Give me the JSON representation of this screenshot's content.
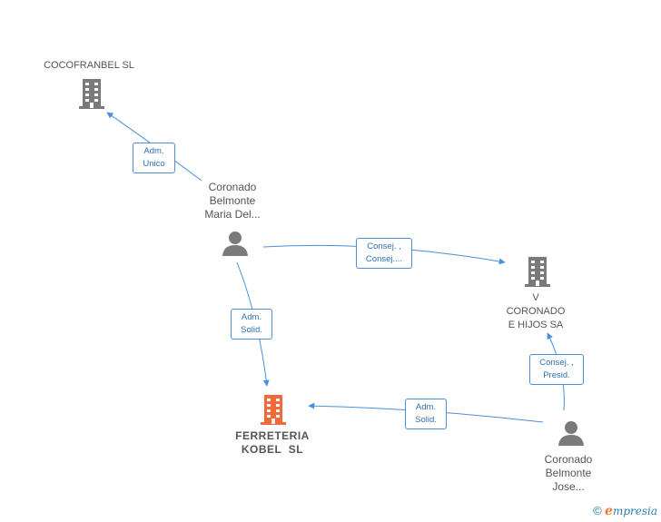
{
  "nodes": {
    "cocofranbel": {
      "lines": [
        "COCOFRANBEL SL"
      ],
      "type": "company"
    },
    "maria": {
      "lines": [
        "Coronado",
        "Belmonte",
        "Maria Del..."
      ],
      "type": "person"
    },
    "v_coronado": {
      "lines": [
        "V",
        "CORONADO",
        "E HIJOS SA"
      ],
      "type": "company"
    },
    "ferreteria": {
      "lines": [
        "FERRETERIA",
        "KOBEL  SL"
      ],
      "type": "company-focus"
    },
    "jose": {
      "lines": [
        "Coronado",
        "Belmonte",
        "Jose..."
      ],
      "type": "person"
    }
  },
  "edges": [
    {
      "from": "maria",
      "to": "cocofranbel",
      "lines": [
        "Adm.",
        "Unico"
      ]
    },
    {
      "from": "maria",
      "to": "v_coronado",
      "lines": [
        "Consej. ,",
        "Consej...."
      ]
    },
    {
      "from": "maria",
      "to": "ferreteria",
      "lines": [
        "Adm.",
        "Solid."
      ]
    },
    {
      "from": "jose",
      "to": "v_coronado",
      "lines": [
        "Consej. ,",
        "Presid."
      ]
    },
    {
      "from": "jose",
      "to": "ferreteria",
      "lines": [
        "Adm.",
        "Solid."
      ]
    }
  ],
  "colors": {
    "edge": "#4a8fd8",
    "company_icon": "#7a7a7a",
    "focus_icon": "#f26a3a",
    "person_icon": "#7a7a7a"
  },
  "branding": {
    "copyright": "©",
    "e_letter": "e",
    "rest": "mpresia"
  }
}
